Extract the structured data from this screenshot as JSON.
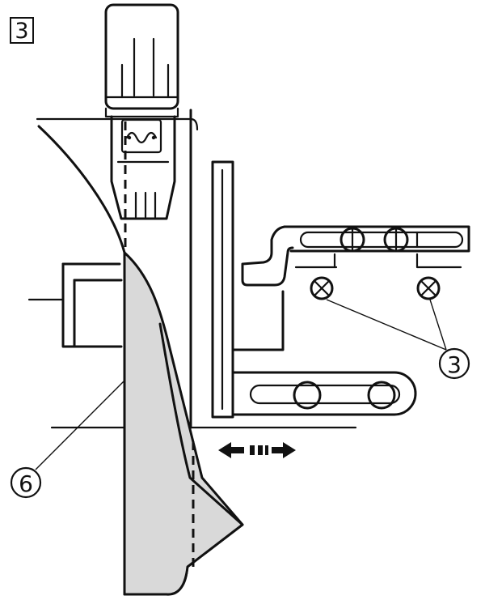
{
  "figure": {
    "step_number": "3",
    "callouts": [
      {
        "id": "screws",
        "label": "3"
      },
      {
        "id": "fabric-edge",
        "label": "6"
      }
    ]
  },
  "colors": {
    "line": "#111111",
    "fabric_fill": "#d9d9d9",
    "background": "#ffffff"
  },
  "icons": {
    "adjust_arrow": "double-headed-arrow-icon",
    "screw": "screw-icon"
  }
}
